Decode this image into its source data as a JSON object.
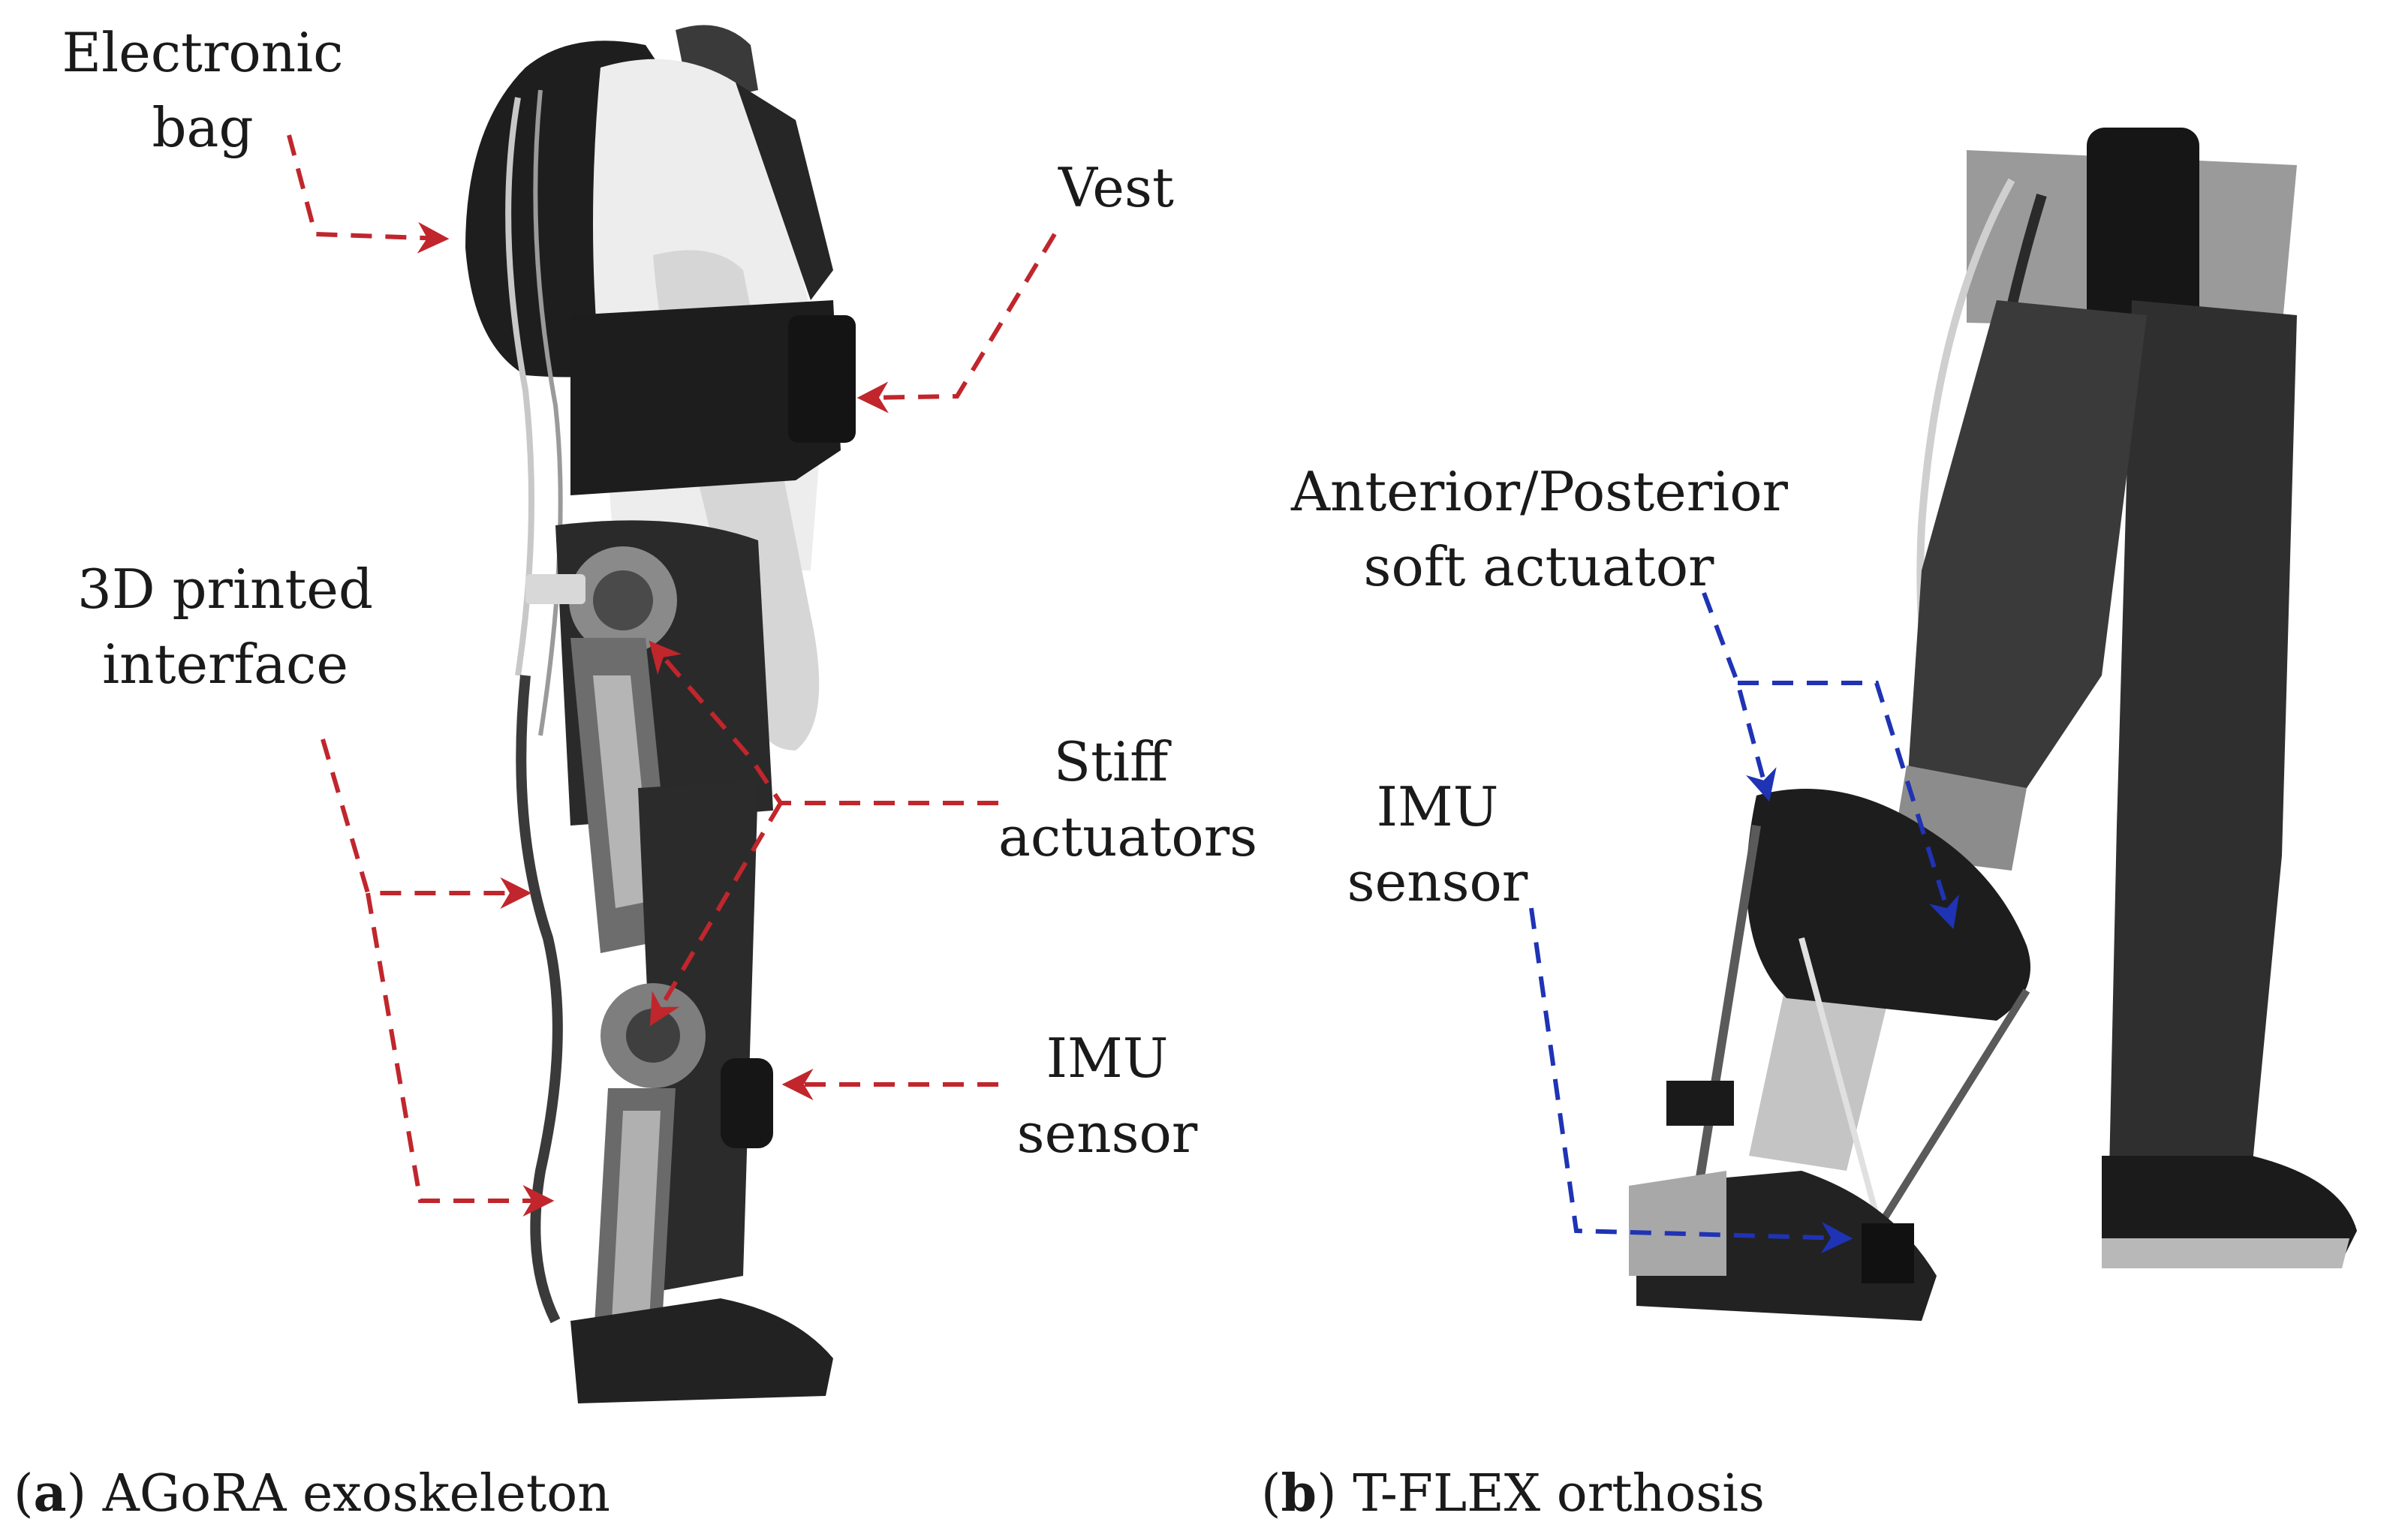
{
  "colors": {
    "red_arrow": "#c0262c",
    "blue_arrow": "#1f33b5",
    "photo_dark": "#232323",
    "photo_mid": "#5a5a5a",
    "photo_light": "#e9e9e9"
  },
  "panel_a": {
    "labels": {
      "electronic_bag": [
        "Electronic",
        "bag"
      ],
      "vest": "Vest",
      "printed_interface": [
        "3D printed",
        "interface"
      ],
      "stiff_actuators": [
        "Stiff",
        "actuators"
      ],
      "imu_sensor": [
        "IMU",
        "sensor"
      ]
    },
    "caption": {
      "letter": "a",
      "text": "AGoRA exoskeleton"
    }
  },
  "panel_b": {
    "labels": {
      "soft_actuator": [
        "Anterior/Posterior",
        "soft actuator"
      ],
      "imu_sensor": [
        "IMU",
        "sensor"
      ]
    },
    "caption": {
      "letter": "b",
      "text": "T-FLEX orthosis"
    }
  }
}
